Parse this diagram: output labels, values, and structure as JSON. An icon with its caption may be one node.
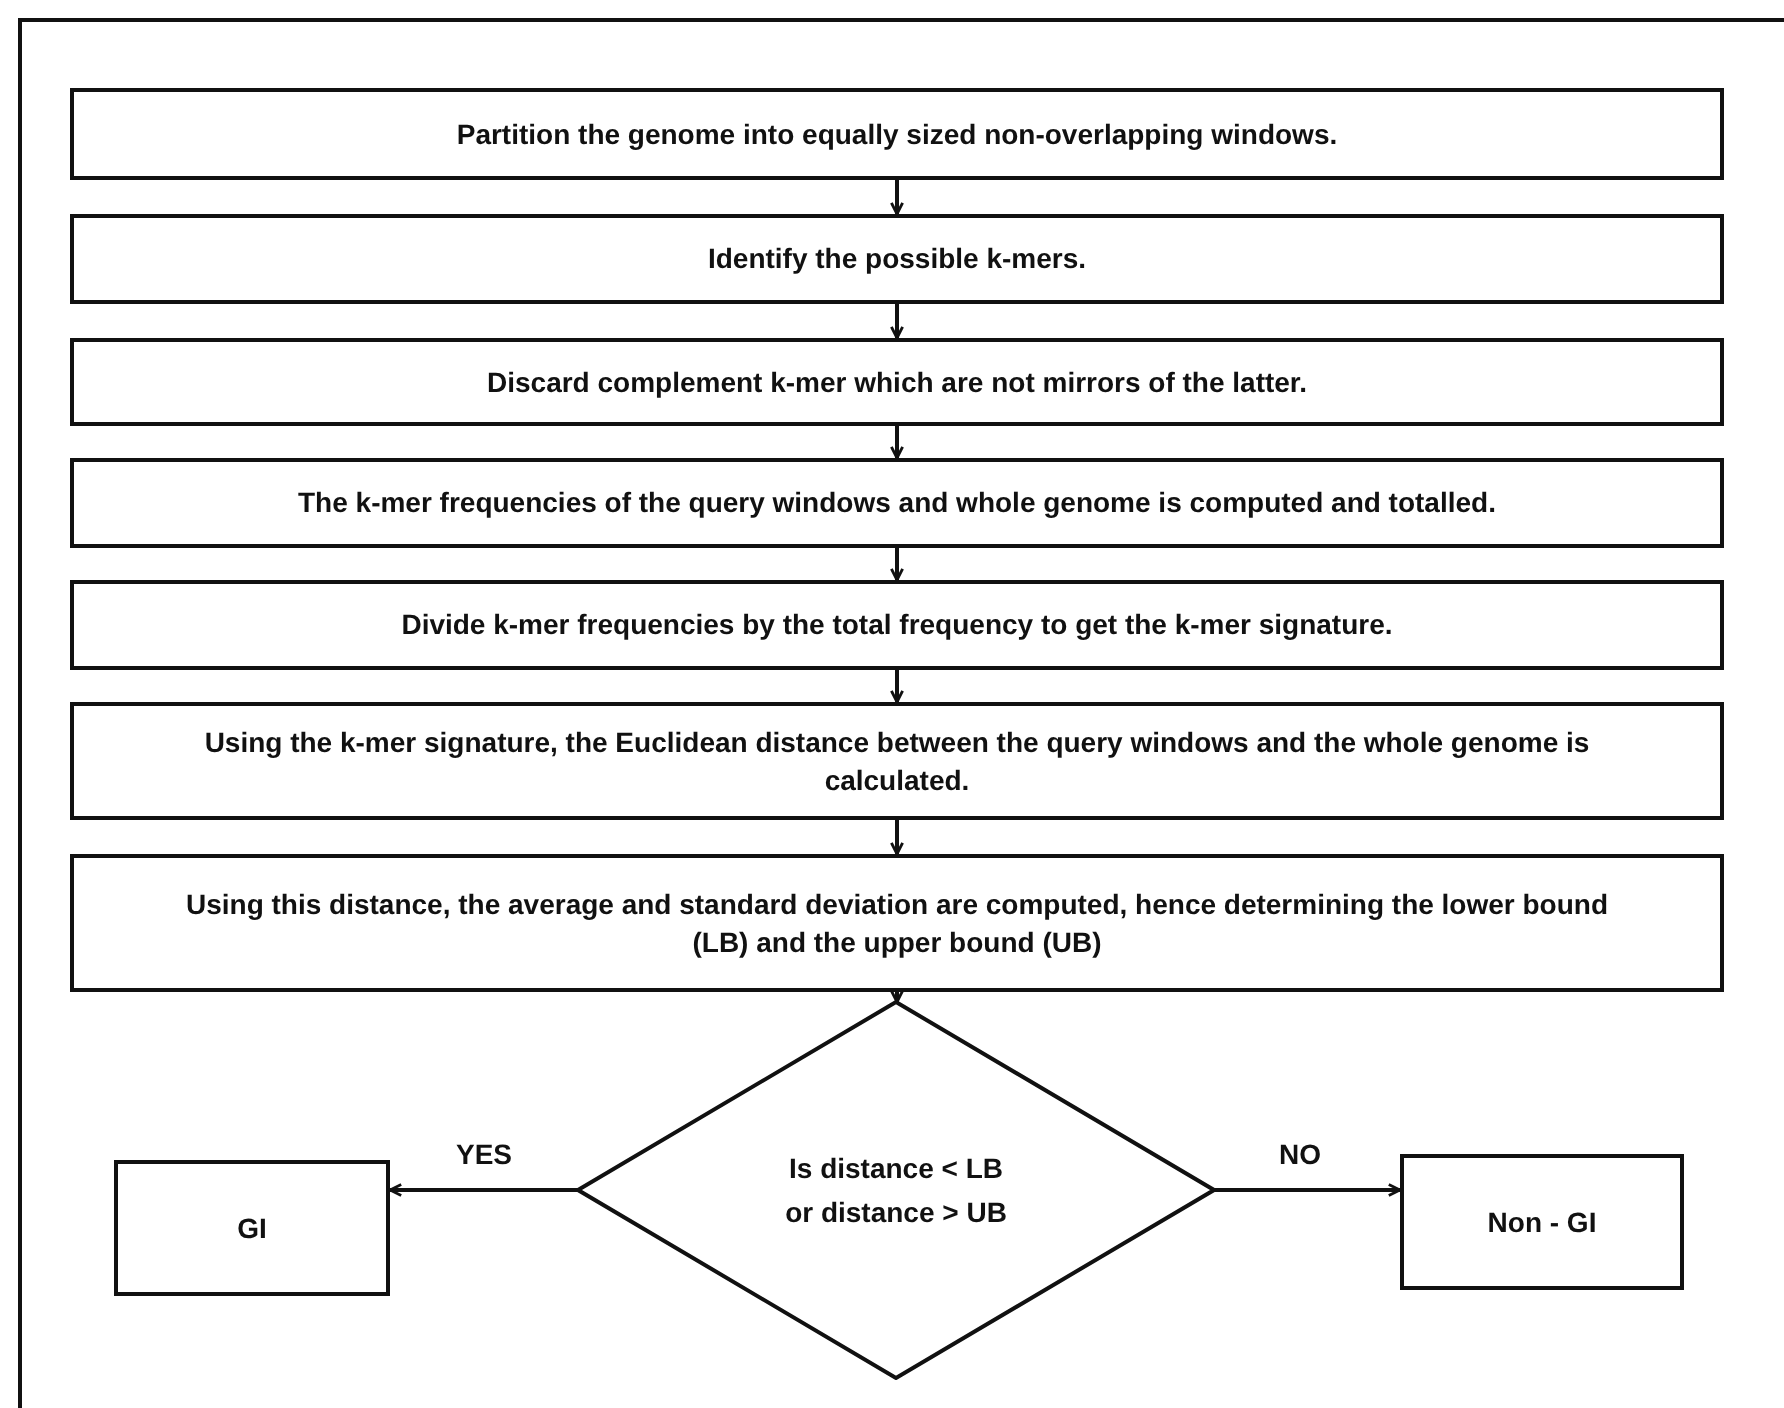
{
  "diagram": {
    "nodes": [
      {
        "text": [
          "Partition the genome into equally sized non-overlapping windows."
        ]
      },
      {
        "text": [
          "Identify the possible k-mers."
        ]
      },
      {
        "text": [
          "Discard complement k-mer which are not mirrors of the latter."
        ]
      },
      {
        "text": [
          "The k-mer frequencies of the query windows and whole genome is computed and totalled."
        ]
      },
      {
        "text": [
          "Divide k-mer frequencies by the total frequency to get the k-mer signature."
        ]
      },
      {
        "text": [
          "Using the k-mer signature, the Euclidean distance between the query windows and the whole genome is calculated."
        ]
      },
      {
        "text": [
          "Using this distance, the average and standard deviation are computed, hence determining the lower bound (LB) and the upper bound (UB)"
        ]
      },
      {
        "text": [
          "Is distance < LB or distance > UB"
        ]
      },
      {
        "text": [
          "GI"
        ]
      },
      {
        "text": [
          "Non - GI"
        ]
      }
    ],
    "edges": [
      {
        "from": 0,
        "to": 1,
        "arrow": "to"
      },
      {
        "from": 1,
        "to": 2,
        "arrow": "to"
      },
      {
        "from": 2,
        "to": 3,
        "arrow": "to"
      },
      {
        "from": 3,
        "to": 4,
        "arrow": "to"
      },
      {
        "from": 4,
        "to": 5,
        "arrow": "to"
      },
      {
        "from": 5,
        "to": 6,
        "arrow": "to"
      },
      {
        "from": 6,
        "to": 7,
        "arrow": "to"
      },
      {
        "from": 7,
        "to": 8,
        "arrow": "to",
        "label": "YES"
      },
      {
        "from": 7,
        "to": 9,
        "arrow": "to",
        "label": "NO"
      }
    ]
  }
}
